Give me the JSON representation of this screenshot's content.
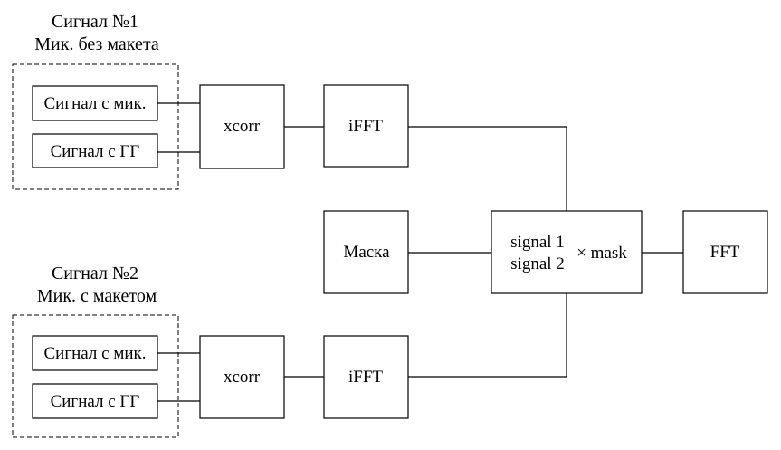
{
  "group1": {
    "title_line1": "Сигнал №1",
    "title_line2": "Мик. без макета",
    "mic_label": "Сигнал с мик.",
    "gen_label": "Сигнал с ГГ"
  },
  "group2": {
    "title_line1": "Сигнал №2",
    "title_line2": "Мик. с макетом",
    "mic_label": "Сигнал с мик.",
    "gen_label": "Сигнал с ГГ"
  },
  "blocks": {
    "xcorr_top": "xcorr",
    "ifft_top": "iFFT",
    "xcorr_bottom": "xcorr",
    "ifft_bottom": "iFFT",
    "mask": "Маска",
    "combine_signal1": "signal 1",
    "combine_signal2": "signal 2",
    "combine_op": "× mask",
    "fft": "FFT"
  }
}
